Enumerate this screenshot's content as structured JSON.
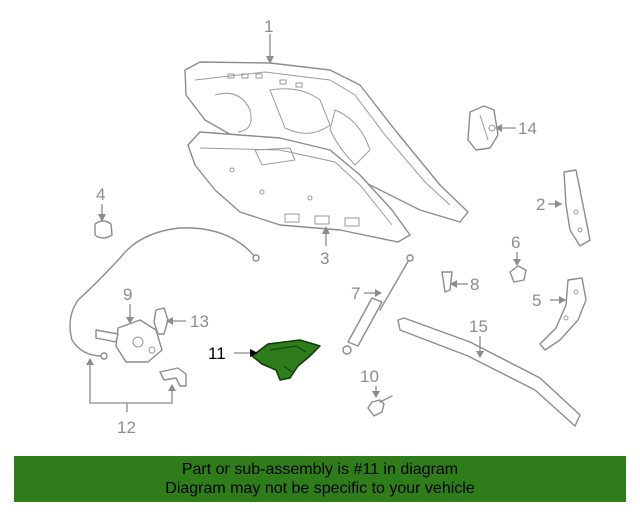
{
  "diagram": {
    "callouts": {
      "c1": "1",
      "c2": "2",
      "c3": "3",
      "c4": "4",
      "c5": "5",
      "c6": "6",
      "c7": "7",
      "c8": "8",
      "c9": "9",
      "c10": "10",
      "c11": "11",
      "c12": "12",
      "c13": "13",
      "c14": "14",
      "c15": "15"
    },
    "highlighted_part": "11",
    "highlight_color": "#2e7d1a",
    "line_color": "#8c8c8c"
  },
  "banner": {
    "line1": "Part or sub-assembly is #11 in diagram",
    "line2": "Diagram may not be specific to your vehicle",
    "background": "#2e7d1a"
  }
}
